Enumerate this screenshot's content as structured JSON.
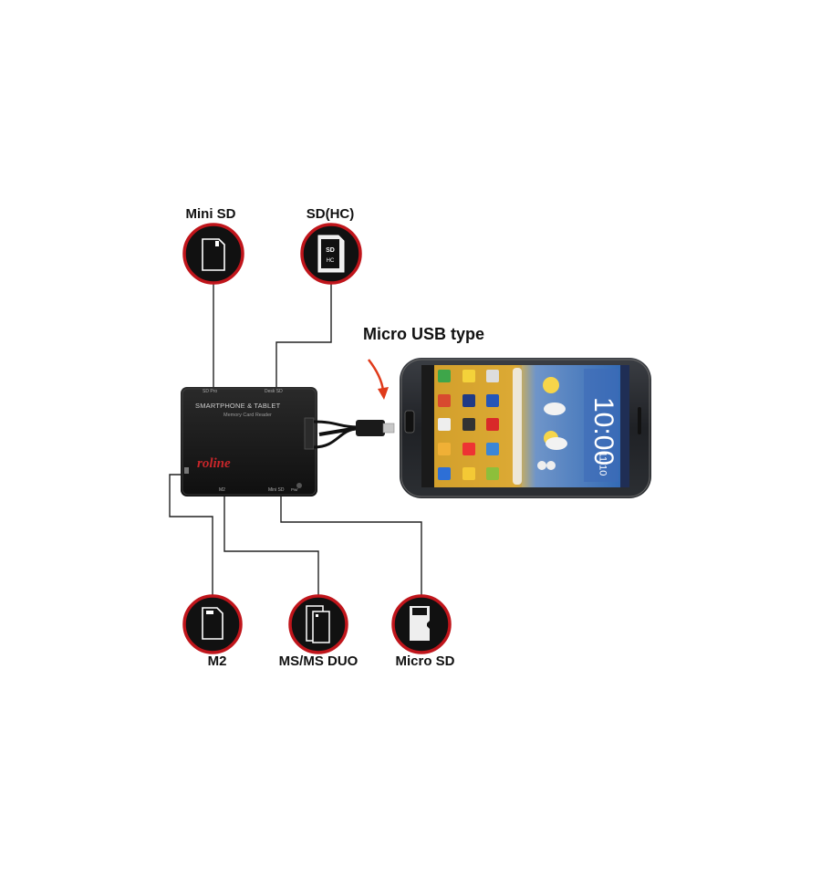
{
  "labels": {
    "mini_sd": "Mini SD",
    "sd_hc": "SD(HC)",
    "micro_usb": "Micro USB type",
    "m2": "M2",
    "ms_duo": "MS/MS DUO",
    "micro_sd": "Micro SD"
  },
  "reader": {
    "title": "SMARTPHONE & TABLET",
    "subtitle": "Memory Card Reader",
    "brand": "roline",
    "port_left": "SD Pro",
    "port_right": "Desk SD",
    "bottom_1": "M2",
    "bottom_2": "Mini SD",
    "bottom_3": "Pwr"
  },
  "phone": {
    "clock": "10:00",
    "date": "11/10"
  },
  "icons": {
    "mini_sd": "mini-sd-card-icon",
    "sd_hc": "sd-hc-card-icon",
    "m2": "m2-card-icon",
    "ms_duo": "ms-duo-card-icon",
    "micro_sd": "micro-sd-card-icon"
  },
  "colors": {
    "ring": "#c0151b",
    "circle_fill": "#111111",
    "connector_line": "#222222",
    "arrow": "#e03a1a",
    "brand": "#c8262a"
  }
}
